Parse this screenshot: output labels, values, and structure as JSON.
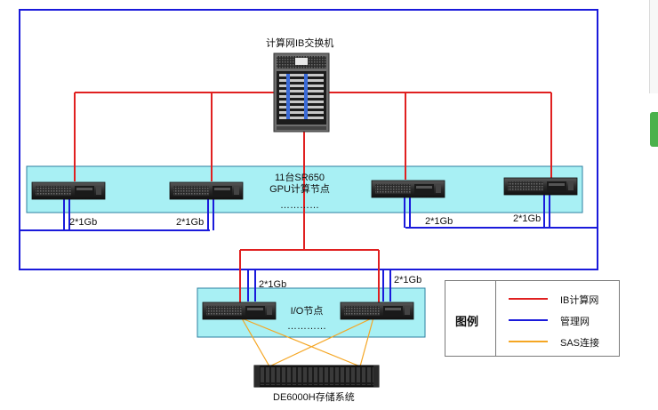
{
  "labels": {
    "switch": "计算网IB交换机",
    "gpu_line1": "11台SR650",
    "gpu_line2": "GPU计算节点",
    "gpu_dots": "…………",
    "gpu_link1": "2*1Gb",
    "gpu_link2": "2*1Gb",
    "gpu_link3": "2*1Gb",
    "gpu_link4": "2*1Gb",
    "io_link_left": "2*1Gb",
    "io_link_right": "2*1Gb",
    "io_node": "I/O节点",
    "io_dots": "…………",
    "storage": "DE6000H存储系统"
  },
  "legend": {
    "title": "图例",
    "items": [
      {
        "label": "IB计算网",
        "color": "#e02020"
      },
      {
        "label": "管理网",
        "color": "#1a1adb"
      },
      {
        "label": "SAS连接",
        "color": "#f5a623"
      }
    ]
  },
  "colors": {
    "ib": "#e02020",
    "mgmt": "#1a1adb",
    "sas": "#f5a623",
    "node_panel": "#a8f0f4"
  }
}
